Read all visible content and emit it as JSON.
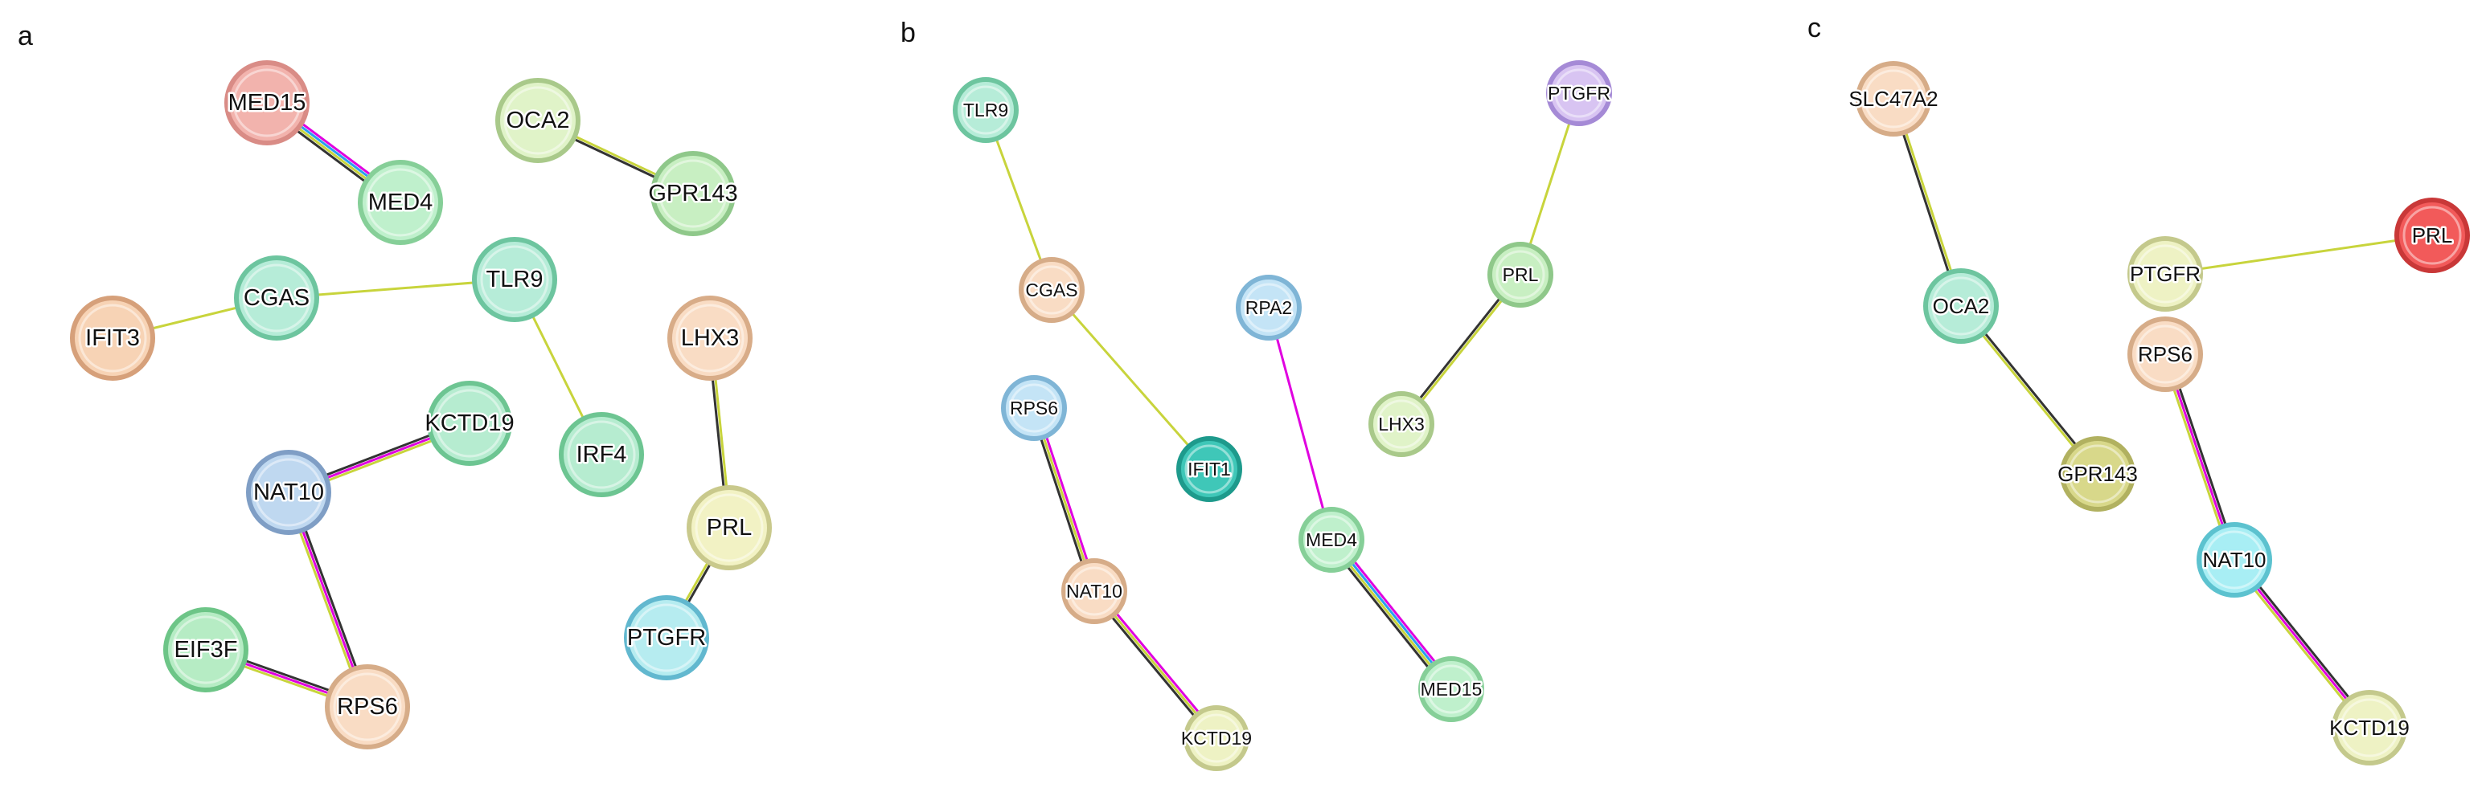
{
  "panels": [
    {
      "label": "a",
      "nodes": [
        {
          "id": "MED15",
          "label": "MED15",
          "fill": "#f2b3ad",
          "ring": "#d98c86"
        },
        {
          "id": "MED4",
          "label": "MED4",
          "fill": "#bff0cc",
          "ring": "#86cf98"
        },
        {
          "id": "OCA2",
          "label": "OCA2",
          "fill": "#e0f3c8",
          "ring": "#a9c98a"
        },
        {
          "id": "GPR143",
          "label": "GPR143",
          "fill": "#c8efc2",
          "ring": "#8fc88a"
        },
        {
          "id": "CGAS",
          "label": "CGAS",
          "fill": "#b6ecd8",
          "ring": "#6dc59f"
        },
        {
          "id": "TLR9",
          "label": "TLR9",
          "fill": "#b6ecd8",
          "ring": "#6dc59f"
        },
        {
          "id": "IFIT3",
          "label": "IFIT3",
          "fill": "#f7d3b5",
          "ring": "#d6a07a"
        },
        {
          "id": "LHX3",
          "label": "LHX3",
          "fill": "#f9dcc4",
          "ring": "#d8ac88"
        },
        {
          "id": "KCTD19",
          "label": "KCTD19",
          "fill": "#b6ecd0",
          "ring": "#6dc592"
        },
        {
          "id": "IRF4",
          "label": "IRF4",
          "fill": "#b6ecd0",
          "ring": "#6dc592"
        },
        {
          "id": "NAT10",
          "label": "NAT10",
          "fill": "#bfd8f0",
          "ring": "#7f9ec5"
        },
        {
          "id": "PRL",
          "label": "PRL",
          "fill": "#f2f2c4",
          "ring": "#c9c98c"
        },
        {
          "id": "EIF3F",
          "label": "EIF3F",
          "fill": "#b6ecc4",
          "ring": "#6dc587"
        },
        {
          "id": "RPS6",
          "label": "RPS6",
          "fill": "#f9dcc4",
          "ring": "#d6ac88"
        },
        {
          "id": "PTGFR",
          "label": "PTGFR",
          "fill": "#b6ecf0",
          "ring": "#62b8cf"
        }
      ],
      "edges": [
        {
          "source": "MED15",
          "target": "MED4",
          "colors": [
            "#e000e0",
            "#2a9ff0",
            "#c8d43c",
            "#333333"
          ]
        },
        {
          "source": "OCA2",
          "target": "GPR143",
          "colors": [
            "#c8d43c",
            "#333333"
          ]
        },
        {
          "source": "IFIT3",
          "target": "CGAS",
          "colors": [
            "#c8d43c"
          ]
        },
        {
          "source": "CGAS",
          "target": "TLR9",
          "colors": [
            "#c8d43c"
          ]
        },
        {
          "source": "TLR9",
          "target": "IRF4",
          "colors": [
            "#c8d43c"
          ]
        },
        {
          "source": "NAT10",
          "target": "KCTD19",
          "colors": [
            "#333333",
            "#e000e0",
            "#c8d43c"
          ]
        },
        {
          "source": "NAT10",
          "target": "RPS6",
          "colors": [
            "#333333",
            "#e000e0",
            "#c8d43c"
          ]
        },
        {
          "source": "EIF3F",
          "target": "RPS6",
          "colors": [
            "#333333",
            "#e000e0",
            "#c8d43c"
          ]
        },
        {
          "source": "LHX3",
          "target": "PRL",
          "colors": [
            "#c8d43c",
            "#333333"
          ]
        },
        {
          "source": "PRL",
          "target": "PTGFR",
          "colors": [
            "#333333",
            "#c8d43c"
          ]
        }
      ]
    },
    {
      "label": "b",
      "nodes": [
        {
          "id": "TLR9",
          "label": "TLR9",
          "fill": "#b6ecd8",
          "ring": "#6dc59f"
        },
        {
          "id": "PTGFR",
          "label": "PTGFR",
          "fill": "#d8c4f2",
          "ring": "#a58ad6"
        },
        {
          "id": "CGAS",
          "label": "CGAS",
          "fill": "#f9dcc4",
          "ring": "#d6ac88"
        },
        {
          "id": "RPA2",
          "label": "RPA2",
          "fill": "#c4e4f6",
          "ring": "#7fb5d6"
        },
        {
          "id": "PRL",
          "label": "PRL",
          "fill": "#c8efc2",
          "ring": "#8fc88a"
        },
        {
          "id": "RPS6",
          "label": "RPS6",
          "fill": "#c4e4f6",
          "ring": "#7fb5d6"
        },
        {
          "id": "IFIT1",
          "label": "IFIT1",
          "fill": "#3fc7b8",
          "ring": "#1e9a8c"
        },
        {
          "id": "LHX3",
          "label": "LHX3",
          "fill": "#e0f3c8",
          "ring": "#a9c98a"
        },
        {
          "id": "MED4",
          "label": "MED4",
          "fill": "#bff0cc",
          "ring": "#86cf98"
        },
        {
          "id": "NAT10",
          "label": "NAT10",
          "fill": "#f9dcc4",
          "ring": "#d6ac88"
        },
        {
          "id": "MED15",
          "label": "MED15",
          "fill": "#bff0cc",
          "ring": "#86cf98"
        },
        {
          "id": "KCTD19",
          "label": "KCTD19",
          "fill": "#eef2c4",
          "ring": "#c4c98c"
        }
      ],
      "edges": [
        {
          "source": "TLR9",
          "target": "CGAS",
          "colors": [
            "#c8d43c"
          ]
        },
        {
          "source": "CGAS",
          "target": "IFIT1",
          "colors": [
            "#c8d43c"
          ]
        },
        {
          "source": "PTGFR",
          "target": "PRL",
          "colors": [
            "#c8d43c"
          ]
        },
        {
          "source": "PRL",
          "target": "LHX3",
          "colors": [
            "#c8d43c",
            "#333333"
          ]
        },
        {
          "source": "RPA2",
          "target": "MED4",
          "colors": [
            "#e000e0"
          ]
        },
        {
          "source": "MED4",
          "target": "MED15",
          "colors": [
            "#e000e0",
            "#2a9ff0",
            "#c8d43c",
            "#333333"
          ]
        },
        {
          "source": "RPS6",
          "target": "NAT10",
          "colors": [
            "#e000e0",
            "#c8d43c",
            "#333333"
          ]
        },
        {
          "source": "NAT10",
          "target": "KCTD19",
          "colors": [
            "#e000e0",
            "#c8d43c",
            "#333333"
          ]
        }
      ]
    },
    {
      "label": "c",
      "nodes": [
        {
          "id": "SLC47A2",
          "label": "SLC47A2",
          "fill": "#f9dcc4",
          "ring": "#d6ac88"
        },
        {
          "id": "OCA2",
          "label": "OCA2",
          "fill": "#b6ecd8",
          "ring": "#6dc59f"
        },
        {
          "id": "PRL",
          "label": "PRL",
          "fill": "#f25a5a",
          "ring": "#c93838"
        },
        {
          "id": "PTGFR",
          "label": "PTGFR",
          "fill": "#eef2c4",
          "ring": "#c4c98c"
        },
        {
          "id": "RPS6",
          "label": "RPS6",
          "fill": "#f9dcc4",
          "ring": "#d6ac88"
        },
        {
          "id": "GPR143",
          "label": "GPR143",
          "fill": "#d8d88a",
          "ring": "#b1b160"
        },
        {
          "id": "NAT10",
          "label": "NAT10",
          "fill": "#a8eef4",
          "ring": "#5cc2cf"
        },
        {
          "id": "KCTD19",
          "label": "KCTD19",
          "fill": "#eef2c4",
          "ring": "#c4c98c"
        }
      ],
      "edges": [
        {
          "source": "SLC47A2",
          "target": "OCA2",
          "colors": [
            "#c8d43c",
            "#333333"
          ]
        },
        {
          "source": "OCA2",
          "target": "GPR143",
          "colors": [
            "#333333",
            "#c8d43c"
          ]
        },
        {
          "source": "PTGFR",
          "target": "PRL",
          "colors": [
            "#c8d43c"
          ]
        },
        {
          "source": "RPS6",
          "target": "NAT10",
          "colors": [
            "#333333",
            "#e000e0",
            "#c8d43c"
          ]
        },
        {
          "source": "NAT10",
          "target": "KCTD19",
          "colors": [
            "#333333",
            "#e000e0",
            "#c8d43c"
          ]
        }
      ]
    }
  ]
}
